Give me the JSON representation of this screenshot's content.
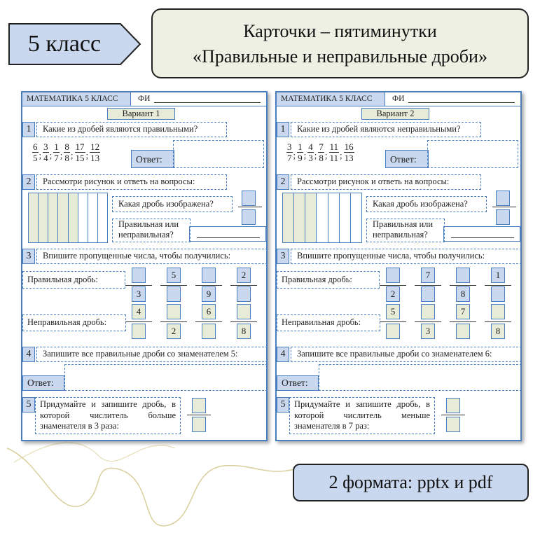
{
  "header": {
    "grade": "5 класс",
    "title_line1": "Карточки – пятиминутки",
    "title_line2": "«Правильные и неправильные дроби»"
  },
  "footer": "2 формата: pptx  и pdf",
  "colors": {
    "border": "#4a7fbf",
    "blue_fill": "#c9d8ee",
    "green_fill": "#e8ebd8",
    "title_bg": "#eef0e4"
  },
  "cards": [
    {
      "subject": "МАТЕМАТИКА 5 КЛАСС",
      "fi_label": "ФИ",
      "variant": "Вариант 1",
      "q1": {
        "num": "1",
        "text": "Какие из дробей являются правильными?",
        "fractions": [
          [
            "6",
            "5"
          ],
          [
            "3",
            "4"
          ],
          [
            "1",
            "7"
          ],
          [
            "8",
            "8"
          ],
          [
            "17",
            "15"
          ],
          [
            "12",
            "13"
          ]
        ],
        "answer_label": "Ответ:"
      },
      "q2": {
        "num": "2",
        "text": "Рассмотри рисунок и ответь на вопросы:",
        "grid": {
          "total": 8,
          "shaded": 5
        },
        "q_a": "Какая дробь изображена?",
        "q_b": "Правильная или неправильная?"
      },
      "q3": {
        "num": "3",
        "text": "Впишите пропущенные числа, чтобы получились:",
        "proper_label": "Правильная дробь:",
        "improper_label": "Неправильная дробь:",
        "proper": [
          [
            "",
            "3"
          ],
          [
            "5",
            ""
          ],
          [
            "",
            "9"
          ],
          [
            "2",
            ""
          ]
        ],
        "improper": [
          [
            "4",
            ""
          ],
          [
            "",
            "2"
          ],
          [
            "6",
            ""
          ],
          [
            "",
            "8"
          ]
        ]
      },
      "q4": {
        "num": "4",
        "text": "Запишите все правильные дроби со знаменателем 5:",
        "answer_label": "Ответ:"
      },
      "q5": {
        "num": "5",
        "text": "Придумайте и запишите дробь, в которой числитель больше знаменателя в 3 раза:"
      }
    },
    {
      "subject": "МАТЕМАТИКА 5 КЛАСС",
      "fi_label": "ФИ",
      "variant": "Вариант 2",
      "q1": {
        "num": "1",
        "text": "Какие из дробей являются неправильными?",
        "fractions": [
          [
            "3",
            "7"
          ],
          [
            "1",
            "9"
          ],
          [
            "4",
            "3"
          ],
          [
            "7",
            "8"
          ],
          [
            "11",
            "11"
          ],
          [
            "16",
            "13"
          ]
        ],
        "answer_label": "Ответ:"
      },
      "q2": {
        "num": "2",
        "text": "Рассмотри рисунок и ответь на вопросы:",
        "grid": {
          "total": 7,
          "shaded": 3
        },
        "q_a": "Какая дробь изображена?",
        "q_b": "Правильная или неправильная?"
      },
      "q3": {
        "num": "3",
        "text": "Впишите пропущенные числа, чтобы получились:",
        "proper_label": "Правильная дробь:",
        "improper_label": "Неправильная дробь:",
        "proper": [
          [
            "",
            "2"
          ],
          [
            "7",
            ""
          ],
          [
            "",
            "8"
          ],
          [
            "1",
            ""
          ]
        ],
        "improper": [
          [
            "5",
            ""
          ],
          [
            "",
            "3"
          ],
          [
            "7",
            ""
          ],
          [
            "",
            "8"
          ]
        ]
      },
      "q4": {
        "num": "4",
        "text": "Запишите все правильные дроби со знаменателем 6:",
        "answer_label": "Ответ:"
      },
      "q5": {
        "num": "5",
        "text": "Придумайте и запишите дробь, в которой числитель меньше знаменателя в 7 раз:"
      }
    }
  ]
}
